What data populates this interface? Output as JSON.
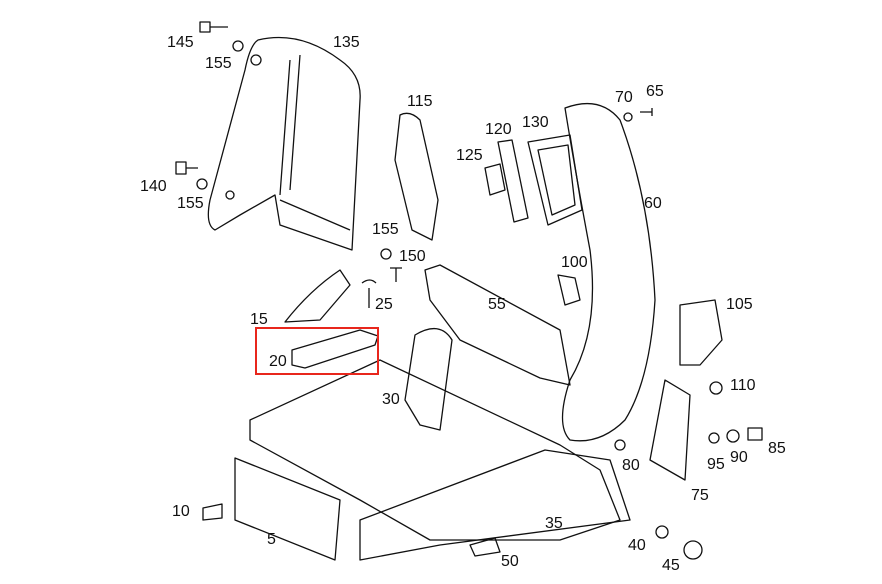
{
  "diagram": {
    "highlight_color": "#e8261c",
    "highlighted_part": "20",
    "part_labels": [
      "145",
      "155",
      "135",
      "115",
      "70",
      "65",
      "120",
      "130",
      "125",
      "140",
      "155",
      "60",
      "155",
      "150",
      "100",
      "25",
      "55",
      "105",
      "15",
      "20",
      "30",
      "110",
      "85",
      "90",
      "95",
      "80",
      "75",
      "10",
      "35",
      "5",
      "40",
      "50",
      "45"
    ]
  }
}
